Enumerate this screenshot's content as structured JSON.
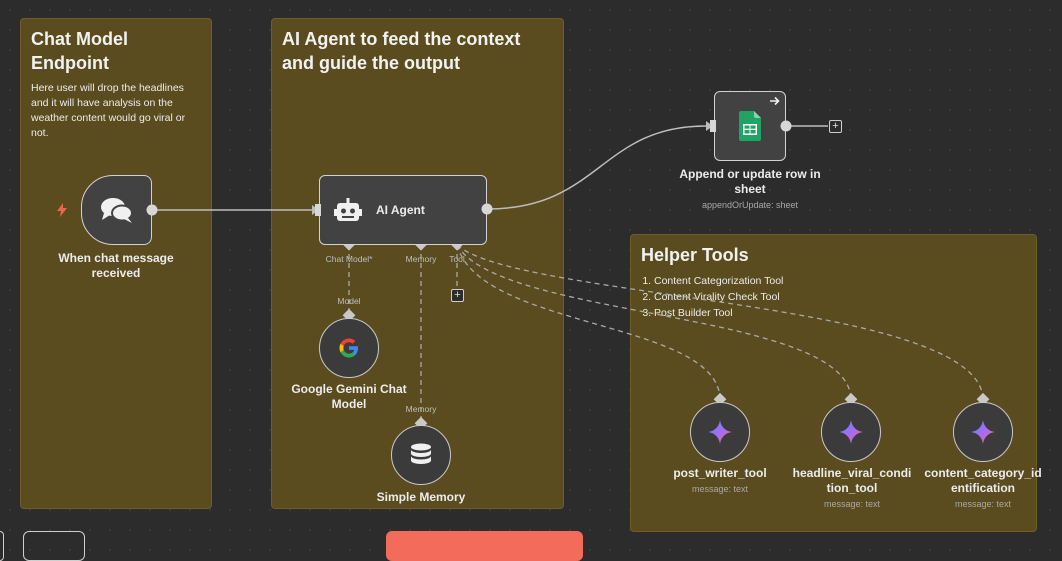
{
  "sticky_chat": {
    "title": "Chat Model Endpoint",
    "body": "Here user will drop the headlines and it will have analysis on the weather content would go viral or not."
  },
  "sticky_agent": {
    "title": "AI Agent to feed the context and guide the output"
  },
  "sticky_helper": {
    "title": "Helper Tools",
    "items": [
      "Content Categorization Tool",
      "Content Virality Check Tool",
      "Post Builder Tool"
    ]
  },
  "nodes": {
    "chat_trigger": {
      "label": "When chat message received",
      "icon": "chat-bubbles-icon"
    },
    "ai_agent": {
      "label": "AI Agent",
      "icon": "robot-icon",
      "ports": {
        "chat_model": "Chat Model*",
        "memory": "Memory",
        "tool": "Tool"
      }
    },
    "gemini": {
      "label": "Google Gemini Chat Model",
      "port": "Model",
      "icon": "google-icon"
    },
    "memory": {
      "label": "Simple Memory",
      "port": "Memory",
      "icon": "database-icon"
    },
    "sheets": {
      "label": "Append or update row in sheet",
      "sub": "appendOrUpdate: sheet",
      "icon": "google-sheets-icon"
    },
    "tool1": {
      "label": "post_writer_tool",
      "sub": "message: text",
      "icon": "gemini-star-icon"
    },
    "tool2": {
      "label": "headline_viral_condition_tool",
      "sub": "message: text",
      "icon": "gemini-star-icon"
    },
    "tool3": {
      "label": "content_category_identification",
      "sub": "message: text",
      "icon": "gemini-star-icon"
    }
  },
  "colors": {
    "sticky": "#5b4c1f",
    "accent_button": "#f26b5b",
    "trigger_bolt": "#e8674f"
  }
}
